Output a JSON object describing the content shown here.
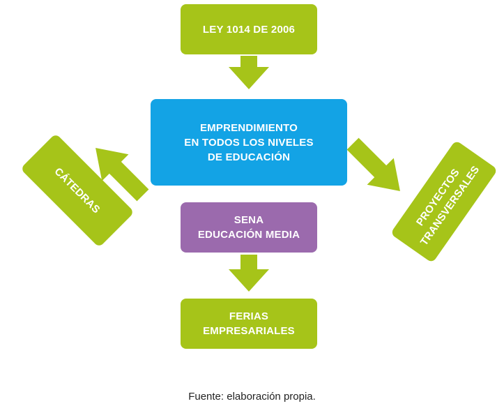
{
  "diagram": {
    "nodes": {
      "ley": {
        "lines": [
          "LEY 1014 DE 2006"
        ]
      },
      "emprendimiento": {
        "lines": [
          "EMPRENDIMIENTO",
          "EN TODOS LOS NIVELES",
          "DE EDUCACIÓN"
        ]
      },
      "catedras": {
        "lines": [
          "CÁTEDRAS"
        ]
      },
      "proyectos": {
        "lines": [
          "PROYECTOS",
          "TRANSVERSALES"
        ]
      },
      "sena": {
        "lines": [
          "SENA",
          "EDUCACIÓN MEDIA"
        ]
      },
      "ferias": {
        "lines": [
          "FERIAS",
          "EMPRESARIALES"
        ]
      }
    },
    "edges": [
      {
        "from": "ley",
        "to": "emprendimiento"
      },
      {
        "from": "emprendimiento",
        "to": "catedras"
      },
      {
        "from": "emprendimiento",
        "to": "proyectos"
      },
      {
        "from": "sena",
        "to": "ferias"
      }
    ],
    "colors": {
      "green": "#a6c419",
      "blue": "#13a3e5",
      "purple": "#9b6aad"
    }
  },
  "caption": "Fuente: elaboración propia."
}
